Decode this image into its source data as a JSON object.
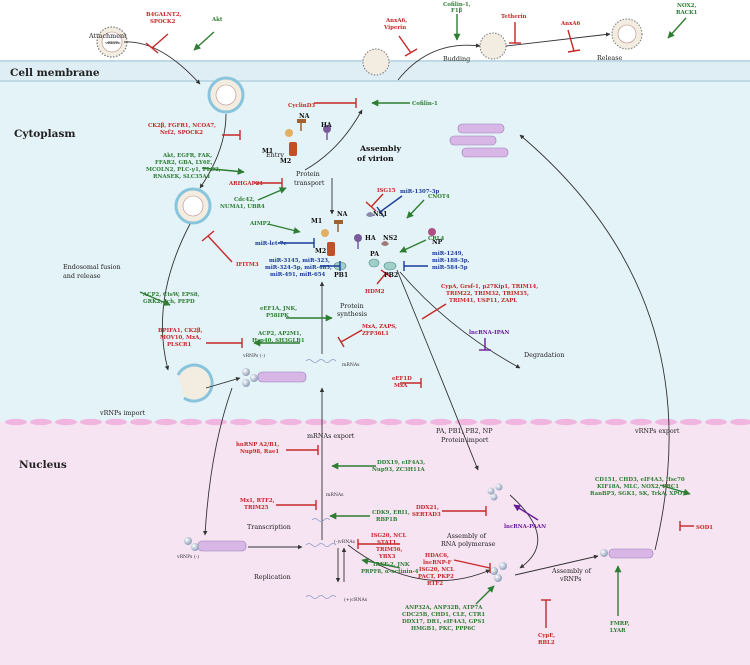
{
  "sections": {
    "cell_membrane": "Cell membrane",
    "cytoplasm": "Cytoplasm",
    "nucleus": "Nucleus"
  },
  "steps": {
    "attachment": "Attachment",
    "entry": "Entry",
    "endosomal_1": "Endosomal fusion",
    "endosomal_2": "and release",
    "vrnps_import": "vRNPs import",
    "mrnas_export": "mRNAs export",
    "transcription": "Transcription",
    "replication": "Replication",
    "protein_synthesis_1": "Protein",
    "protein_synthesis_2": "synthesis",
    "protein_transport_1": "Protein",
    "protein_transport_2": "transport",
    "assembly_virion_1": "Assembly",
    "assembly_virion_2": "of virion",
    "budding": "Budding",
    "release": "Release",
    "degradation": "Degradation",
    "protein_import_1": "PA, PB1, PB2, NP",
    "protein_import_2": "Protein import",
    "assembly_rnap_1": "Assembly of",
    "assembly_rnap_2": "RNA polymerase",
    "assembly_vrnps_1": "Assembly of",
    "assembly_vrnps_2": "vRNPs",
    "vrnps_export": "vRNPs export"
  },
  "molecules": {
    "vrnps_top": "vRNPs",
    "vrnps_minus": "vRNPs (-)",
    "vrnps_nuc": "vRNPs (-)",
    "mrnas_cyto": "mRNAs",
    "mrnas_nuc": "mRNAs",
    "crna": "(+)cRNAs",
    "vrna": "(-)vRNAs",
    "ha_top": "HA",
    "na_top": "NA",
    "m1_top": "M1",
    "m2_top": "M2",
    "na_mid": "NA",
    "m1_mid": "M1",
    "m2_mid": "M2",
    "ha_mid": "HA",
    "ns1": "NS1",
    "ns2": "NS2",
    "np": "NP",
    "pa": "PA",
    "pb1": "PB1",
    "pb2": "PB2"
  },
  "factors": {
    "b4galnt2": "B4GALNT2,",
    "spock2_top": "SPOCK2",
    "akt_top": "Akt",
    "anxa6_vip_1": "AnxA6,",
    "anxa6_vip_2": "Viperin",
    "cofilin_top_1": "Cofilin-1,",
    "cofilin_top_2": "F1β",
    "tetherin": "Tetherin",
    "anxa6_rel": "AnxA6",
    "nox2_1": "NOX2,",
    "nox2_2": "RACK1",
    "ck2_entry_1": "CK2β, FGFR1, NCOA7,",
    "ck2_entry_2": "Nrf2,  SPOCK2",
    "akt_list_1": "Akt, EGFR, FAK,",
    "akt_list_2": "FFAR2, GBA, LY6E,",
    "akt_list_3": "MCOLN2, PLC-γ1, PLD2,",
    "akt_list_4": "RNASEK, SLC35A1",
    "ifitm3": "IFITM3",
    "acp2_1": "ACP2, CtsW, EPS8,",
    "acp2_2": "GRK2, Ich, PEPD",
    "bpifa1_1": "BPIFA1, CK2β,",
    "bpifa1_2": "MOV10, MxA,",
    "bpifa1_3": "PLSCR1",
    "acp2b_1": "ACP2, AP2M1,",
    "acp2b_2": "Hsp40, SH3GLB1",
    "cyclin": "CyclinD3",
    "cofilin_mid": "Cofilin-1",
    "arhgap21": "ARHGAP21",
    "cdc42_1": "Cdc42,",
    "cdc42_2": "NUMA1, UBR4",
    "isg15": "ISG15",
    "mir1307": "miR-1307-3p",
    "cnot4": "CNOT4",
    "aimp2": "AIMP2",
    "mirlet7c": "miR-let-7c",
    "crl4": "CRL4",
    "mir1249_1": "miR-1249,",
    "mir1249_2": "miR-188-3p,",
    "mir1249_3": "miR-584-5p",
    "mir3145_1": "miR-3145, miR-323,",
    "mir3145_2": "miR-324-5p, miR-485,",
    "mir3145_3": "miR-491, miR-654",
    "hdm2": "HDM2",
    "cypa_1": "CypA, Grsf-1, p27Kip1, TRIM14,",
    "cypa_2": "TRIM22, TRIM32, TRIM35,",
    "cypa_3": "TRIM41, USP11, ZAPL",
    "lncipan": "lncRNA-IPAN",
    "eef1a_1": "eEF1A, JNK,",
    "eef1a_2": "P58IPK",
    "mxa_zap_1": "MxA, ZAPS,",
    "mxa_zap_2": "ZFP36L1",
    "eef1d_1": "eEF1D",
    "eef1d_2": "MxA",
    "hnrnp_1": "hnRNP A2/B1,",
    "hnrnp_2": "Nup98, Rae1",
    "ddx19_1": "DDX19, eIF4A3,",
    "ddx19_2": "Nup93, ZC3H11A",
    "mx1_1": "Mx1, RTF2,",
    "mx1_2": "TRIM25",
    "cdk9_1": "CDK9, ERI1,",
    "cdk9_2": "RBP1B",
    "isg20_1": "ISG20, NCL",
    "isg20_2": "STAT1,",
    "isg20_3": "TRIM56,",
    "isg20_4": "YBX3",
    "irep_1": "IREF-2, JNK",
    "irep_2": "PRPF8, α-actinin-4",
    "ddx21_1": "DDX21,",
    "ddx21_2": "SERTAD3",
    "lncpaan": "lncRNA-PAAN",
    "hdac6_1": "HDAC6,",
    "hdac6_2": "lncRNP-F",
    "hdac6_3": "ISG20, NCL",
    "hdac6_4": "PACT, PKP2",
    "hdac6_5": "RTF2",
    "anp_1": "ANP32A, ANP32B, ATP7A",
    "anp_2": "CDC25B, CHD1, CLE, CTR1",
    "anp_3": "DDX17, DR1, eIF4A3, GPS1",
    "anp_4": "HMGB1, PKC, PPP6C",
    "cd151_1": "CD151, CHD3, eIF4A3, Hsc70",
    "cd151_2": "KIF18A, MLC, NOX2, PRC1",
    "cd151_3": "RanBP3, SGK1, SK, TrkA, XPO1",
    "sod1": "SOD1",
    "cype_1": "CypE,",
    "cype_2": "RBL2",
    "fmrp_1": "FMRP,",
    "fmrp_2": "LYAR"
  },
  "colors": {
    "activator": "#2e7d32",
    "inhibitor": "#c62828",
    "mirna": "#1a3c9c",
    "lncrna": "#6a1b9a",
    "cytoplasm_bg": "#e4f3f8",
    "nucleus_bg": "#f7e4f3",
    "membrane": "#ecd7ee"
  }
}
